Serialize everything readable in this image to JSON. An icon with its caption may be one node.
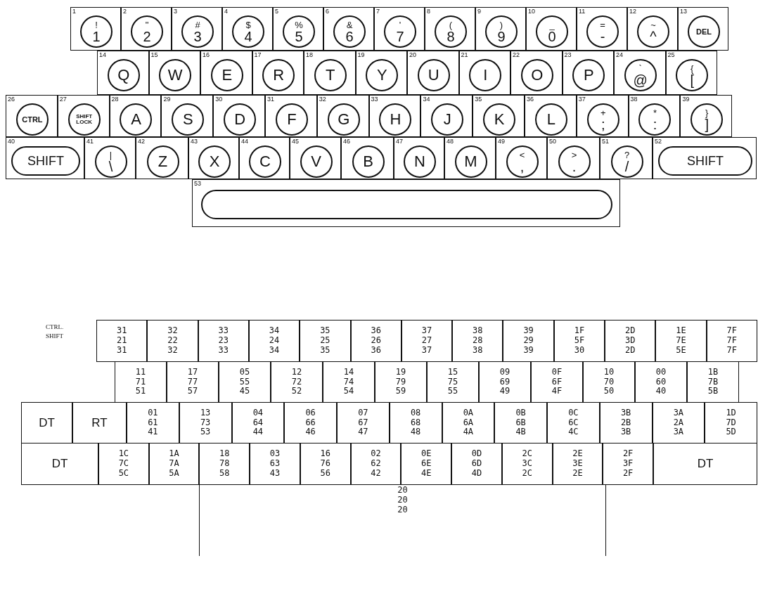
{
  "diagram": {
    "nodes": [
      {
        "text": [
          "1"
        ]
      },
      {
        "text": [
          "!",
          "1"
        ],
        "in": 0
      },
      {
        "text": [
          "2"
        ]
      },
      {
        "text": [
          "\"",
          "2"
        ],
        "in": 2
      },
      {
        "text": [
          "3"
        ]
      },
      {
        "text": [
          "#",
          "3"
        ],
        "in": 4
      },
      {
        "text": [
          "4"
        ]
      },
      {
        "text": [
          "$",
          "4"
        ],
        "in": 6
      },
      {
        "text": [
          "5"
        ]
      },
      {
        "text": [
          "%",
          "5"
        ],
        "in": 8
      },
      {
        "text": [
          "6"
        ]
      },
      {
        "text": [
          "&",
          "6"
        ],
        "in": 10
      },
      {
        "text": [
          "7"
        ]
      },
      {
        "text": [
          "'",
          "7"
        ],
        "in": 12
      },
      {
        "text": [
          "8"
        ]
      },
      {
        "text": [
          "(",
          "8"
        ],
        "in": 14
      },
      {
        "text": [
          "9"
        ]
      },
      {
        "text": [
          ")",
          "9"
        ],
        "in": 16
      },
      {
        "text": [
          "10"
        ]
      },
      {
        "text": [
          "_",
          "0"
        ],
        "in": 18
      },
      {
        "text": [
          "11"
        ]
      },
      {
        "text": [
          "=",
          "-"
        ],
        "in": 20
      },
      {
        "text": [
          "12"
        ]
      },
      {
        "text": [
          "~",
          "^"
        ],
        "in": 22
      },
      {
        "text": [
          "13"
        ]
      },
      {
        "text": [
          "DEL"
        ],
        "in": 24
      },
      {
        "text": [
          "14"
        ]
      },
      {
        "text": [
          "Q"
        ],
        "in": 26
      },
      {
        "text": [
          "15"
        ]
      },
      {
        "text": [
          "W"
        ],
        "in": 28
      },
      {
        "text": [
          "16"
        ]
      },
      {
        "text": [
          "E"
        ],
        "in": 30
      },
      {
        "text": [
          "17"
        ]
      },
      {
        "text": [
          "R"
        ],
        "in": 32
      },
      {
        "text": [
          "18"
        ]
      },
      {
        "text": [
          "T"
        ],
        "in": 34
      },
      {
        "text": [
          "19"
        ]
      },
      {
        "text": [
          "Y"
        ],
        "in": 36
      },
      {
        "text": [
          "20"
        ]
      },
      {
        "text": [
          "U"
        ],
        "in": 38
      },
      {
        "text": [
          "21"
        ]
      },
      {
        "text": [
          "I"
        ],
        "in": 40
      },
      {
        "text": [
          "22"
        ]
      },
      {
        "text": [
          "O"
        ],
        "in": 42
      },
      {
        "text": [
          "23"
        ]
      },
      {
        "text": [
          "P"
        ],
        "in": 44
      },
      {
        "text": [
          "24"
        ]
      },
      {
        "text": [
          "`",
          "@"
        ],
        "in": 46
      },
      {
        "text": [
          "25"
        ]
      },
      {
        "text": [
          "{",
          "["
        ],
        "in": 48
      },
      {
        "text": [
          "26"
        ]
      },
      {
        "text": [
          "CTRL"
        ],
        "in": 50
      },
      {
        "text": [
          "27"
        ]
      },
      {
        "text": [
          "SHIFT LOCK"
        ],
        "in": 52
      },
      {
        "text": [
          "28"
        ]
      },
      {
        "text": [
          "A"
        ],
        "in": 54
      },
      {
        "text": [
          "29"
        ]
      },
      {
        "text": [
          "S"
        ],
        "in": 56
      },
      {
        "text": [
          "30"
        ]
      },
      {
        "text": [
          "D"
        ],
        "in": 58
      },
      {
        "text": [
          "31"
        ]
      },
      {
        "text": [
          "F"
        ],
        "in": 60
      },
      {
        "text": [
          "32"
        ]
      },
      {
        "text": [
          "G"
        ],
        "in": 62
      },
      {
        "text": [
          "33"
        ]
      },
      {
        "text": [
          "H"
        ],
        "in": 64
      },
      {
        "text": [
          "34"
        ]
      },
      {
        "text": [
          "J"
        ],
        "in": 66
      },
      {
        "text": [
          "35"
        ]
      },
      {
        "text": [
          "K"
        ],
        "in": 68
      },
      {
        "text": [
          "36"
        ]
      },
      {
        "text": [
          "L"
        ],
        "in": 70
      },
      {
        "text": [
          "37"
        ]
      },
      {
        "text": [
          "+",
          ";"
        ],
        "in": 72
      },
      {
        "text": [
          "38"
        ]
      },
      {
        "text": [
          "*",
          ":"
        ],
        "in": 74
      },
      {
        "text": [
          "39"
        ]
      },
      {
        "text": [
          "}",
          "]"
        ],
        "in": 76
      },
      {
        "text": [
          "40"
        ]
      },
      {
        "text": [
          "SHIFT"
        ],
        "in": 78
      },
      {
        "text": [
          "41"
        ]
      },
      {
        "text": [
          "|",
          "\\"
        ],
        "in": 80
      },
      {
        "text": [
          "42"
        ]
      },
      {
        "text": [
          "Z"
        ],
        "in": 82
      },
      {
        "text": [
          "43"
        ]
      },
      {
        "text": [
          "X"
        ],
        "in": 84
      },
      {
        "text": [
          "44"
        ]
      },
      {
        "text": [
          "C"
        ],
        "in": 86
      },
      {
        "text": [
          "45"
        ]
      },
      {
        "text": [
          "V"
        ],
        "in": 88
      },
      {
        "text": [
          "46"
        ]
      },
      {
        "text": [
          "B"
        ],
        "in": 90
      },
      {
        "text": [
          "47"
        ]
      },
      {
        "text": [
          "N"
        ],
        "in": 92
      },
      {
        "text": [
          "48"
        ]
      },
      {
        "text": [
          "M"
        ],
        "in": 94
      },
      {
        "text": [
          "49"
        ]
      },
      {
        "text": [
          "<",
          ","
        ],
        "in": 96
      },
      {
        "text": [
          "50"
        ]
      },
      {
        "text": [
          ">",
          "."
        ],
        "in": 98
      },
      {
        "text": [
          "51"
        ]
      },
      {
        "text": [
          "?",
          "/"
        ],
        "in": 100
      },
      {
        "text": [
          "52"
        ]
      },
      {
        "text": [
          "SHIFT"
        ],
        "in": 102
      },
      {
        "text": [
          "53"
        ]
      },
      {
        "text": [],
        "shape": "box",
        "in": 104
      }
    ],
    "labels": [
      "CTRL.",
      "SHIFT",
      "31 21 31",
      "32 22 32",
      "33 23 33",
      "34 24 34",
      "35 25 35",
      "36 26 36",
      "37 27 37",
      "38 28 38",
      "39 29 39",
      "1F 5F 30",
      "2D 3D 2D",
      "1E 7E 5E",
      "7F 7F 7F",
      "11 71 51",
      "17 77 57",
      "05 55 45",
      "12 72 52",
      "14 74 54",
      "19 79 59",
      "15 75 55",
      "09 69 49",
      "0F 6F 4F",
      "10 70 50",
      "00 60 40",
      "1B 7B 5B",
      "DT",
      "RT",
      "01 61 41",
      "13 73 53",
      "04 64 44",
      "06 66 46",
      "07 67 47",
      "08 68 48",
      "0A 6A 4A",
      "0B 6B 4B",
      "0C 6C 4C",
      "3B 2B 3B",
      "3A 2A 3A",
      "1D 7D 5D",
      "DT",
      "1C 7C 5C",
      "1A 7A 5A",
      "18 78 58",
      "03 63 43",
      "16 76 56",
      "02 62 42",
      "0E 6E 4E",
      "0D 6D 4D",
      "2C 3C 2C",
      "2E 3E 2E",
      "2F 3F 2F",
      "DT",
      "20 20 20"
    ]
  }
}
